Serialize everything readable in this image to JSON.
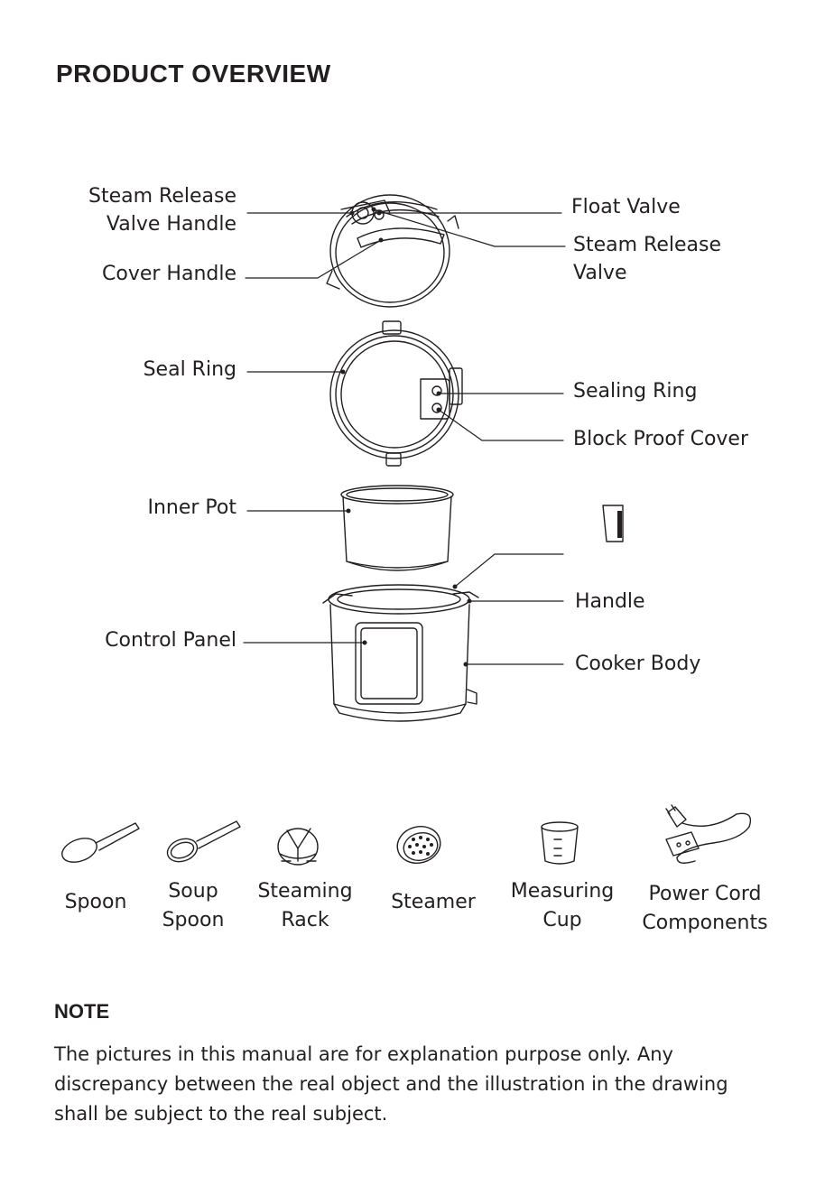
{
  "title": "PRODUCT OVERVIEW",
  "callouts": {
    "steam_release_valve_handle": [
      "Steam Release",
      "Valve Handle"
    ],
    "cover_handle": "Cover Handle",
    "seal_ring": "Seal Ring",
    "inner_pot": "Inner Pot",
    "control_panel": "Control Panel",
    "float_valve": "Float Valve",
    "steam_release_valve": [
      "Steam Release",
      "Valve"
    ],
    "sealing_ring": "Sealing Ring",
    "block_proof_cover": "Block Proof Cover",
    "handle": "Handle",
    "cooker_body": "Cooker Body"
  },
  "accessories": [
    {
      "lines": [
        "Spoon"
      ],
      "icon": "spoon-icon"
    },
    {
      "lines": [
        "Soup",
        "Spoon"
      ],
      "icon": "soup-spoon-icon"
    },
    {
      "lines": [
        "Steaming",
        "Rack"
      ],
      "icon": "steaming-rack-icon"
    },
    {
      "lines": [
        "Steamer"
      ],
      "icon": "steamer-icon"
    },
    {
      "lines": [
        "Measuring",
        "Cup"
      ],
      "icon": "measuring-cup-icon"
    },
    {
      "lines": [
        "Power Cord",
        "Components"
      ],
      "icon": "power-cord-icon"
    }
  ],
  "note": {
    "title": "NOTE",
    "lines": [
      "The pictures in this manual are for explanation purpose only. Any",
      "discrepancy between the real object and the illustration in the drawing",
      "shall be subject to the real subject."
    ]
  }
}
